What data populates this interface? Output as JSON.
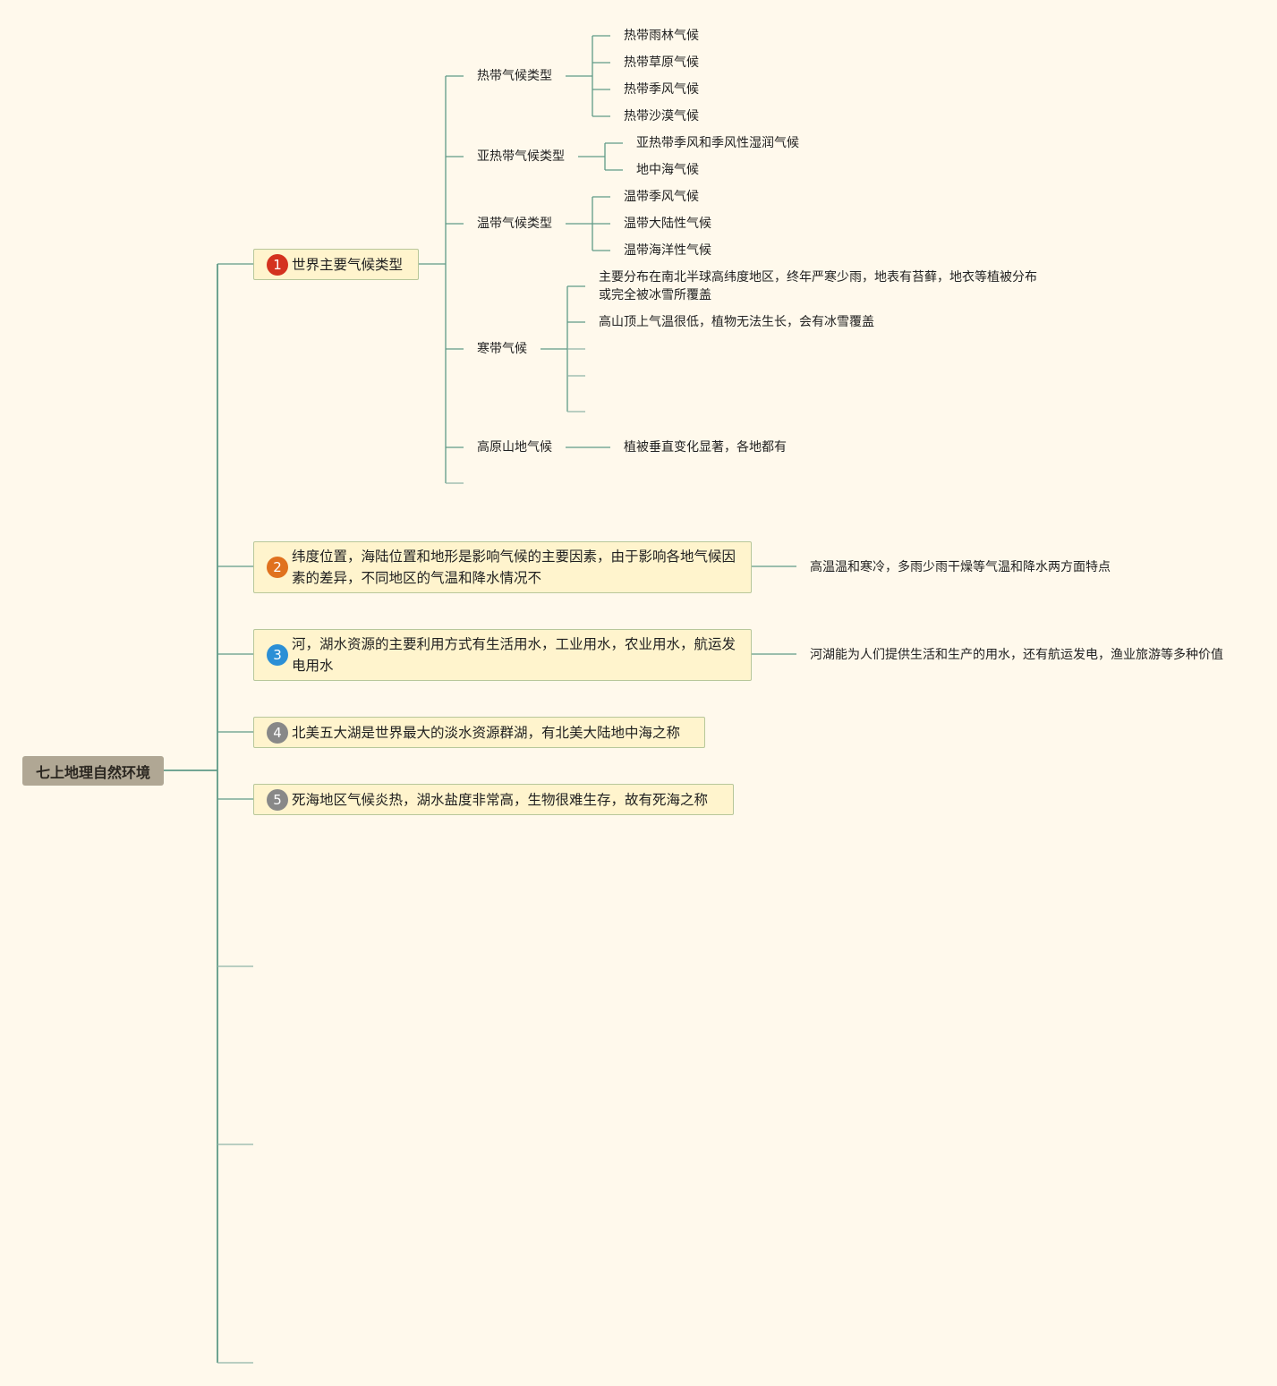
{
  "root": {
    "label": "七上地理自然环境"
  },
  "colors": {
    "line": "#5f9a87",
    "badge1": "#d4321f",
    "badge2": "#e0711e",
    "badge3": "#2b8fd6",
    "badge4": "#888888",
    "badge5": "#888888"
  },
  "topics": [
    {
      "badge": "1",
      "label": "世界主要气候类型",
      "subs": [
        {
          "label": "热带气候类型",
          "leaves": [
            "热带雨林气候",
            "热带草原气候",
            "热带季风气候",
            "热带沙漠气候"
          ]
        },
        {
          "label": "亚热带气候类型",
          "leaves": [
            "亚热带季风和季风性湿润气候",
            "地中海气候"
          ]
        },
        {
          "label": "温带气候类型",
          "leaves": [
            "温带季风气候",
            "温带大陆性气候",
            "温带海洋性气候"
          ]
        },
        {
          "label": "寒带气候",
          "leaves": [
            "主要分布在南北半球高纬度地区，终年严寒少雨，地表有苔藓，地衣等植被分布或完全被冰雪所覆盖",
            "高山顶上气温很低，植物无法生长，会有冰雪覆盖"
          ]
        },
        {
          "label": "高原山地气候",
          "leaves": [
            "植被垂直变化显著，各地都有"
          ]
        }
      ]
    },
    {
      "badge": "2",
      "label": "纬度位置，海陆位置和地形是影响气候的主要因素，由于影响各地气候因素的差异，不同地区的气温和降水情况不",
      "note": "高温温和寒冷，多雨少雨干燥等气温和降水两方面特点"
    },
    {
      "badge": "3",
      "label": "河，湖水资源的主要利用方式有生活用水，工业用水，农业用水，航运发电用水",
      "note": "河湖能为人们提供生活和生产的用水，还有航运发电，渔业旅游等多种价值"
    },
    {
      "badge": "4",
      "label": "北美五大湖是世界最大的淡水资源群湖，有北美大陆地中海之称"
    },
    {
      "badge": "5",
      "label": "死海地区气候炎热，湖水盐度非常高，生物很难生存，故有死海之称"
    }
  ]
}
